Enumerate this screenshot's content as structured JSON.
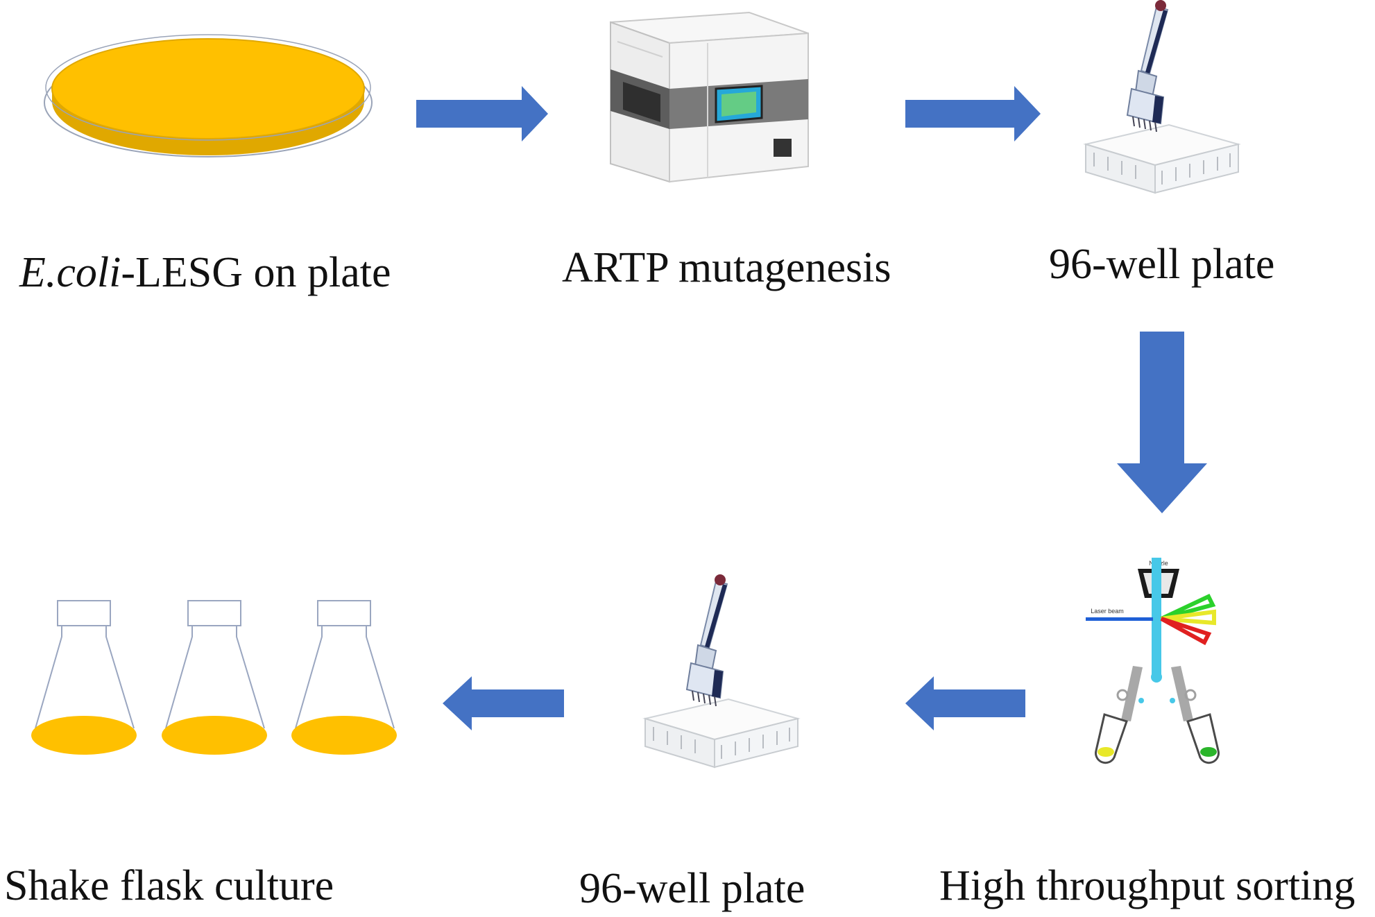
{
  "colors": {
    "arrow": "#4472c4",
    "agar": "#ffc000",
    "agar_edge": "#e0a800",
    "dish_rim": "#9aa4b8",
    "flask_line": "#9aa6c0",
    "instrument_light": "#f2f2f2",
    "instrument_dark": "#6b6b6b",
    "plate": "#f1f3f5",
    "pipette": "#cfd8e6",
    "pipette_dark": "#1e2a55",
    "laser_blue": "#1f5fd6",
    "stream_cyan": "#47c8e8",
    "sort_green": "#2bd12b",
    "sort_yellow": "#e8e82a",
    "sort_red": "#e02020"
  },
  "steps": {
    "step1": {
      "italic": "E.coli",
      "text": "-LESG on plate"
    },
    "step2": {
      "text": "ARTP mutagenesis"
    },
    "step3": {
      "text": "96-well plate"
    },
    "step4": {
      "text": "High throughput sorting"
    },
    "step5": {
      "text": "96-well plate"
    },
    "step6": {
      "text": "Shake flask culture"
    }
  },
  "sorter": {
    "nozzle_label": "Nozzle",
    "laser_label": "Laser beam"
  },
  "icons": {
    "step1": "petri-dish-icon",
    "step2": "artp-instrument-icon",
    "step3": "pipette-plate-icon",
    "step4": "flow-sorter-icon",
    "step5": "pipette-plate-icon",
    "step6": "shake-flask-icon"
  }
}
